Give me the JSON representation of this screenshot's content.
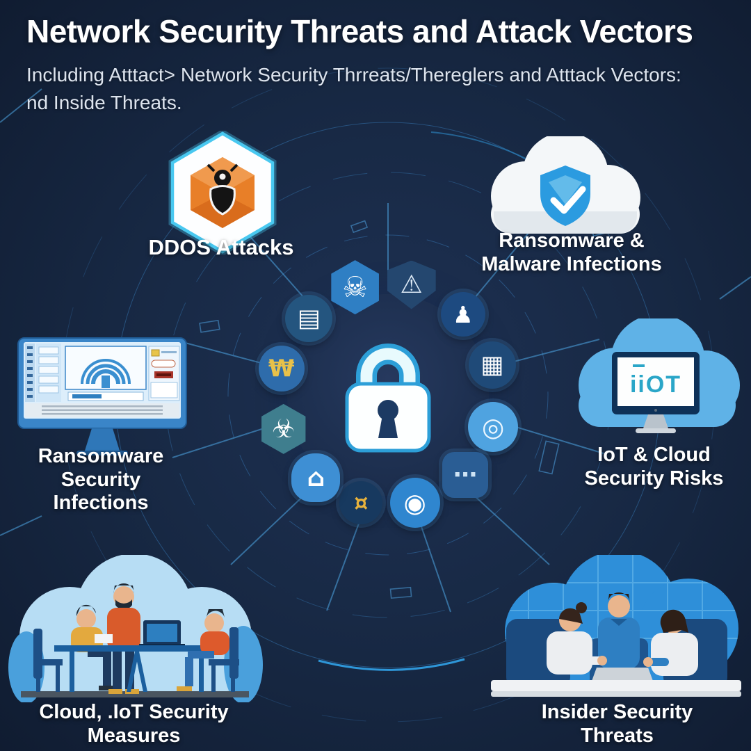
{
  "header": {
    "title": "Network Security Threats and Attack Vectors",
    "subtitle_line1": "Including Atttact> Network Security Thrreats/Thereglers and Atttack Vectors:",
    "subtitle_line2": "nd Inside Threats."
  },
  "nodes": {
    "ddos": {
      "label": "DDOS Attacks",
      "icon": "padlock-bug-hexagon-icon"
    },
    "ransomware_malware": {
      "label_line1": "Ransomware &",
      "label_line2": "Malware Infections",
      "icon": "cloud-shield-check-icon"
    },
    "ransomware_security": {
      "label_line1": "Ransomware Security",
      "label_line2": "Infections",
      "icon": "security-monitor-icon"
    },
    "iot_cloud": {
      "screen_text": "iiOT",
      "label_line1": "IoT & Cloud",
      "label_line2": "Security Risks",
      "icon": "cloud-monitor-icon"
    },
    "cloud_iot_measures": {
      "label_line1": "Cloud, .IoT Security",
      "label_line2": "Measures",
      "icon": "team-at-table-illustration"
    },
    "insider": {
      "label_line1": "Insider Security",
      "label_line2": "Threats",
      "icon": "team-at-desk-illustration"
    }
  },
  "center": {
    "icon": "padlock-icon"
  },
  "ring_icons": [
    {
      "name": "circuit-chip-icon",
      "glyph": "▤",
      "shape": "circle",
      "bg": "#24557f",
      "fg": "#ffffff",
      "angle": 224,
      "r": 158,
      "size": 68
    },
    {
      "name": "malware-disk-icon",
      "glyph": "☠",
      "shape": "hex",
      "bg": "#2f7fc4",
      "fg": "#ffffff",
      "angle": 253,
      "r": 162,
      "size": 78
    },
    {
      "name": "hand-shield-icon",
      "glyph": "⚠",
      "shape": "shield",
      "bg": "#24476f",
      "fg": "#dce9f5",
      "angle": 282,
      "r": 162,
      "size": 70
    },
    {
      "name": "user-icon",
      "glyph": "♟",
      "shape": "circle",
      "bg": "#1d4a80",
      "fg": "#ffffff",
      "angle": 313,
      "r": 158,
      "size": 64
    },
    {
      "name": "keyboard-grid-icon",
      "glyph": "▦",
      "shape": "circle",
      "bg": "#1f4a78",
      "fg": "#ffffff",
      "angle": 344,
      "r": 156,
      "size": 68
    },
    {
      "name": "gauge-circuit-icon",
      "glyph": "◎",
      "shape": "circle",
      "bg": "#4fa3e0",
      "fg": "#eaf6ff",
      "angle": 17,
      "r": 158,
      "size": 72
    },
    {
      "name": "chat-bubble-icon",
      "glyph": "⋯",
      "shape": "bubble",
      "bg": "#2a5d94",
      "fg": "#cfe4f5",
      "angle": 46,
      "r": 160,
      "size": 66
    },
    {
      "name": "owl-eyes-icon",
      "glyph": "◉",
      "shape": "circle",
      "bg": "#2f86cf",
      "fg": "#ffffff",
      "angle": 76,
      "r": 160,
      "size": 72
    },
    {
      "name": "coins-icon",
      "glyph": "¤",
      "shape": "circle",
      "bg": "#17395f",
      "fg": "#e8b23c",
      "angle": 104,
      "r": 160,
      "size": 62
    },
    {
      "name": "house-cloud-icon",
      "glyph": "⌂",
      "shape": "cloud",
      "bg": "#3e8fd4",
      "fg": "#ffffff",
      "angle": 131,
      "r": 158,
      "size": 70
    },
    {
      "name": "bug-hex-icon",
      "glyph": "☣",
      "shape": "hex",
      "bg": "#3f7e8e",
      "fg": "#ffffff",
      "angle": 162,
      "r": 158,
      "size": 72
    },
    {
      "name": "money-scribble-icon",
      "glyph": "₩",
      "shape": "circle",
      "bg": "#2e6cab",
      "fg": "#e8c14a",
      "angle": 194,
      "r": 158,
      "size": 66
    }
  ],
  "colors": {
    "background": "#172843",
    "accent_cyan": "#49c8f0",
    "line_blue": "#3f8fd4",
    "hex_orange": "#e87f28",
    "shield_blue": "#2b9be0",
    "cloud_light_blue": "#5fb2e7",
    "scene_cloud_left": "#b7ddf4",
    "scene_cloud_right": "#2e8fd9",
    "alert_red": "#a8342a",
    "label_white": "#ffffff"
  }
}
